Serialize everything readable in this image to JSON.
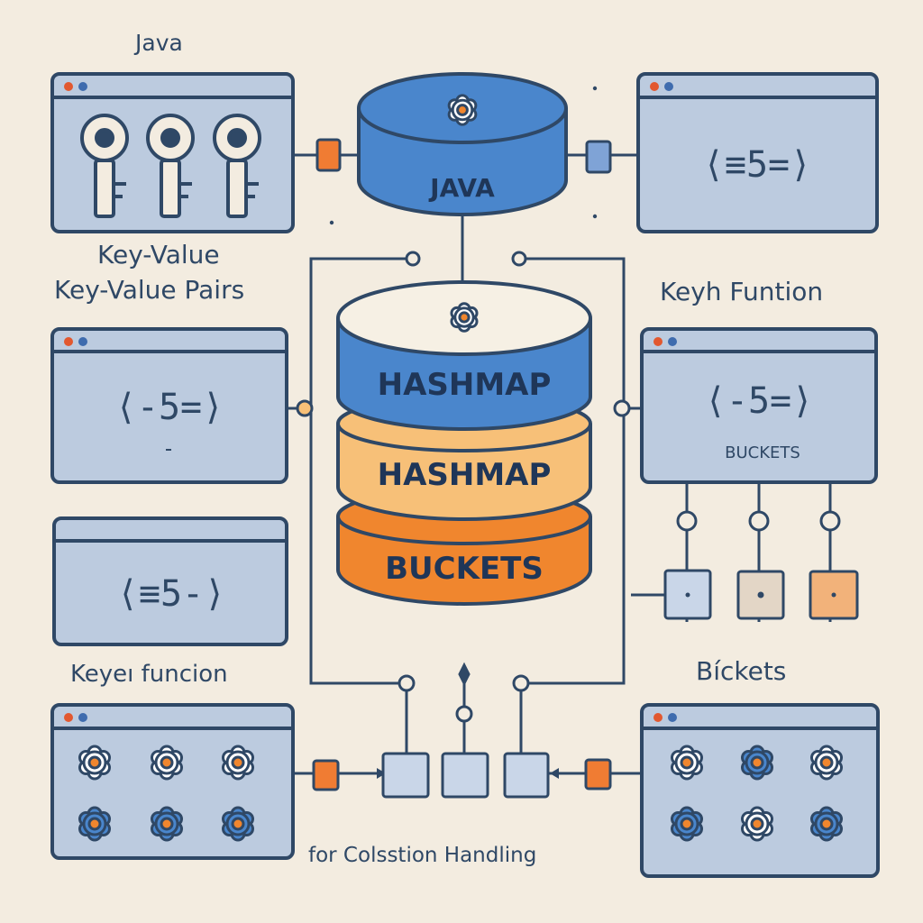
{
  "colors": {
    "background": "#f3ece0",
    "outline": "#2f4866",
    "panel": "#bccbdf",
    "blue": "#4a86cc",
    "peach": "#f7c078",
    "orange": "#f0862e",
    "red_dot": "#e2582f",
    "blue_dot": "#3f6cae",
    "connector_orange": "#f07c33",
    "connector_blue": "#7fa3d6"
  },
  "labels": {
    "java_top_left": "Java",
    "key_value": "Key-Value",
    "key_value_pairs": "Key-Value Pairs",
    "keyh_function": "Keyh Funtion",
    "keye_function": "Keyeı funcion",
    "bickets": "Bíckets",
    "collision_handling": "for Colsstion Handling"
  },
  "cylinders": {
    "top_label": "JAVA",
    "blue_label": "HASHMAP",
    "peach_label": "HASHMAP",
    "orange_label": "BUCKETS"
  },
  "windows": {
    "top_right_code": "⟨≡5=⟩",
    "mid_left_code": "⟨-5=⟩",
    "mid_right_code": "⟨-5=⟩",
    "mid_right_caption": "BUCKETS",
    "lower_left_code": "⟨≡5-⟩"
  },
  "icons": {
    "keys": [
      "key-icon",
      "key-icon",
      "key-icon"
    ],
    "gears_left": [
      "gear-icon-white",
      "gear-icon-white",
      "gear-icon-white",
      "gear-icon-blue",
      "gear-icon-blue",
      "gear-icon-blue"
    ],
    "gears_right": [
      "gear-icon-white",
      "gear-icon-blue",
      "gear-icon-white",
      "gear-icon-blue",
      "gear-icon-white",
      "gear-icon-blue"
    ]
  }
}
